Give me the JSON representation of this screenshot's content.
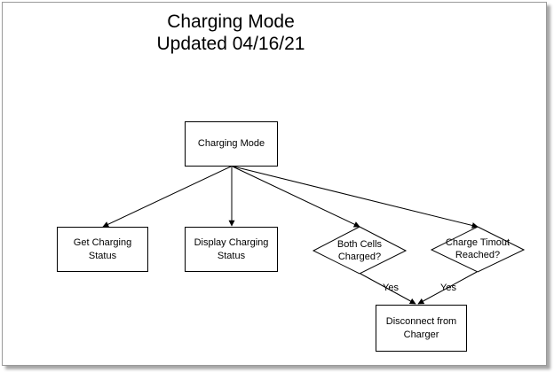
{
  "title": {
    "line1": "Charging Mode",
    "line2": "Updated 04/16/21"
  },
  "nodes": {
    "root": "Charging Mode",
    "get_status": "Get Charging Status",
    "display_status": "Display Charging Status",
    "both_cells": "Both Cells Charged?",
    "timeout": "Charge Timout Reached?",
    "disconnect": "Disconnect from Charger"
  },
  "edges": {
    "yes_left": "Yes",
    "yes_right": "Yes"
  }
}
